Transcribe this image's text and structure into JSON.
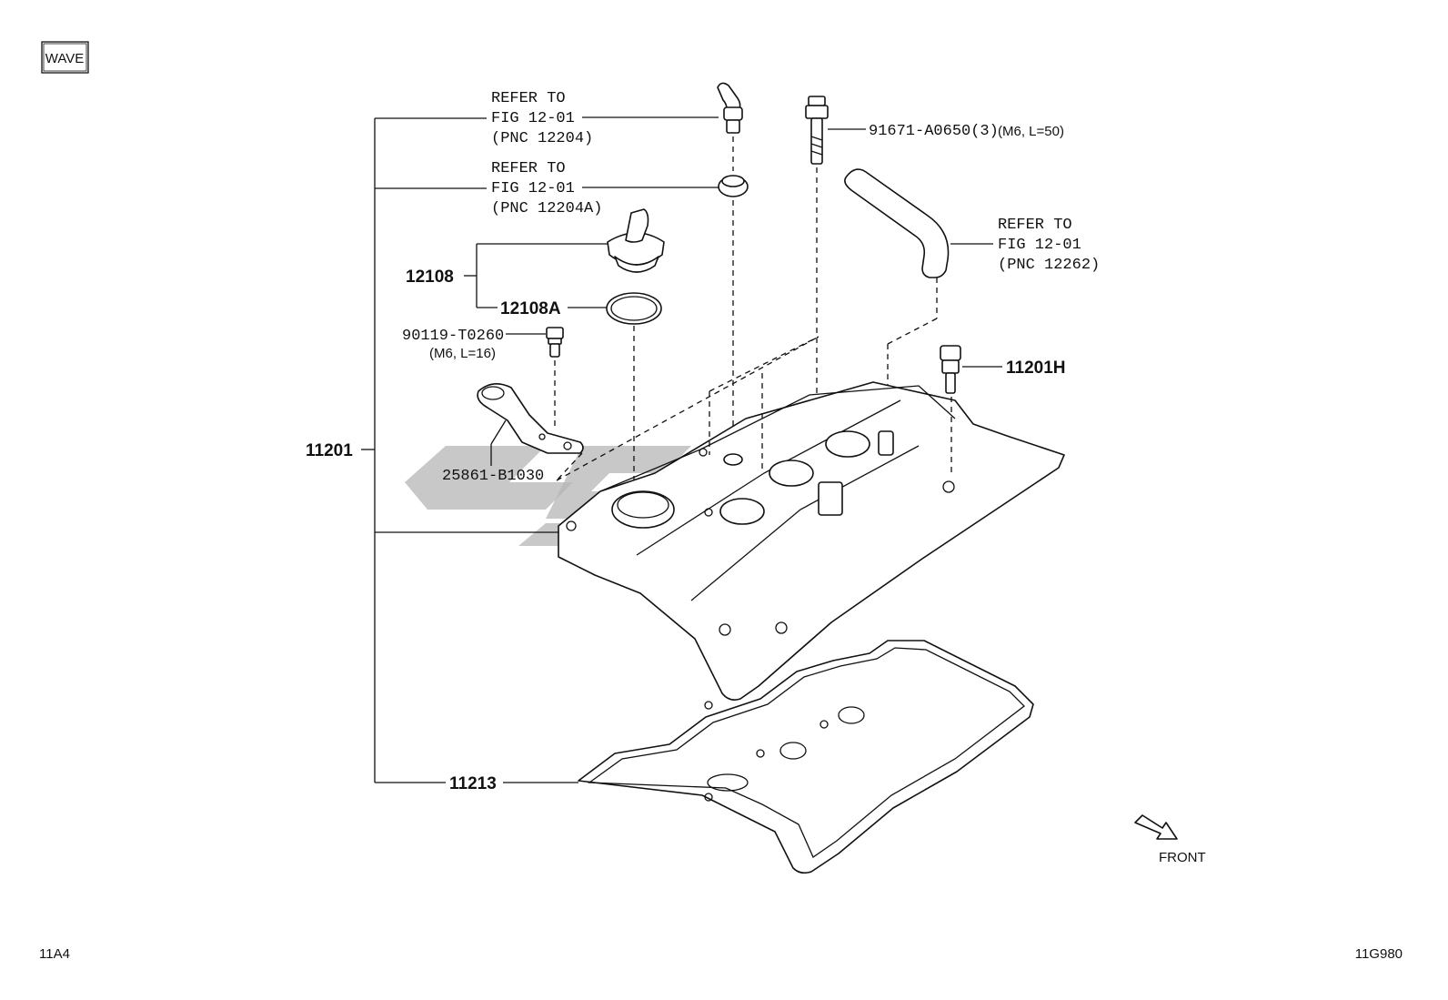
{
  "badge": "WAVE",
  "callouts": {
    "refer1": [
      "REFER TO",
      "FIG 12-01",
      "(PNC 12204)"
    ],
    "refer2": [
      "REFER TO",
      "FIG 12-01",
      "(PNC 12204A)"
    ],
    "refer3": [
      "REFER TO",
      "FIG 12-01",
      "(PNC 12262)"
    ],
    "bolt_long": {
      "part": "91671-A0650(3)",
      "spec": "(M6, L=50)"
    },
    "cap": "12108",
    "cap_gasket": "12108A",
    "bolt_short": {
      "part": "90119-T0260",
      "spec": "(M6, L=16)"
    },
    "bracket": "25861-B1030",
    "cover": "11201",
    "cover_bolt": "11201H",
    "gasket": "11213"
  },
  "direction": "FRONT",
  "footer": {
    "left": "11A4",
    "right": "11G980"
  },
  "colors": {
    "line": "#111111",
    "watermark": "#b5b5b5"
  }
}
